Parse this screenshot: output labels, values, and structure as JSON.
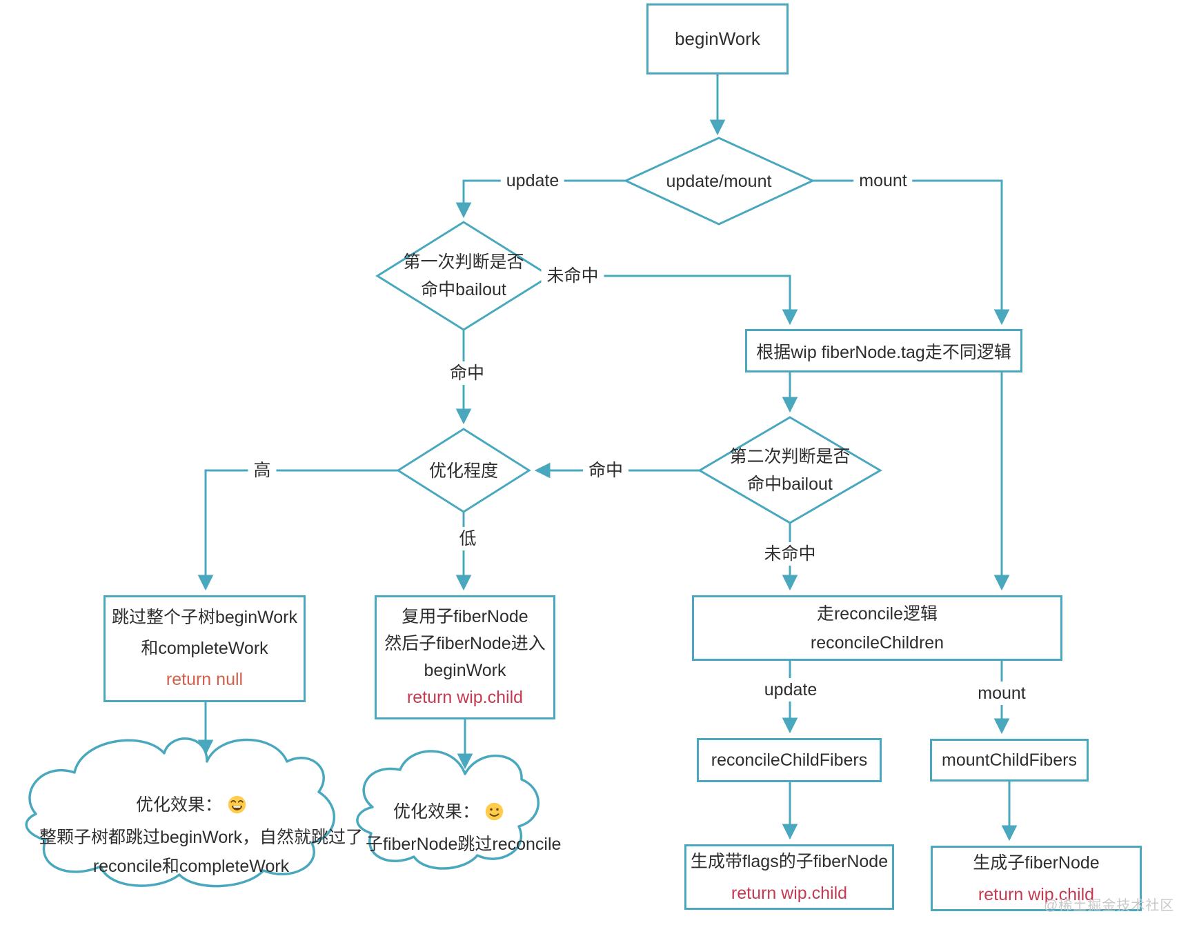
{
  "colors": {
    "line_teal": "#4aa8be",
    "text": "#2e2e2e",
    "return_null_orange": "#d3604c",
    "return_child_red": "#c43a52",
    "watermark_gray": "#c9c9c9"
  },
  "nodes": {
    "begin_work": {
      "label": "beginWork"
    },
    "decision_update_mount": {
      "label": "update/mount"
    },
    "decision_first_bailout": {
      "line1": "第一次判断是否",
      "line2": "命中bailout"
    },
    "tag_logic": {
      "label": "根据wip fiberNode.tag走不同逻辑"
    },
    "decision_second_bailout": {
      "line1": "第二次判断是否",
      "line2": "命中bailout"
    },
    "decision_optimization": {
      "label": "优化程度"
    },
    "skip_subtree": {
      "line1": "跳过整个子树beginWork",
      "line2": "和completeWork",
      "return_line": "return null"
    },
    "reuse_fiber": {
      "line1": "复用子fiberNode",
      "line2": "然后子fiberNode进入",
      "line3": "beginWork",
      "return_line": "return wip.child"
    },
    "reconcile_logic": {
      "line1": "走reconcile逻辑",
      "line2": "reconcileChildren"
    },
    "reconcile_child_fibers": {
      "label": "reconcileChildFibers"
    },
    "mount_child_fibers": {
      "label": "mountChildFibers"
    },
    "gen_flags_fiber": {
      "line1": "生成带flags的子fiberNode",
      "return_line": "return wip.child"
    },
    "gen_fiber": {
      "line1": "生成子fiberNode",
      "return_line": "return wip.child"
    },
    "cloud_high": {
      "line1": "优化效果：",
      "emoji": "😄",
      "line2": "整颗子树都跳过beginWork，自然就跳过了",
      "line3": "reconcile和completeWork"
    },
    "cloud_low": {
      "line1": "优化效果：",
      "emoji": "🙂",
      "line2": "子fiberNode跳过reconcile"
    }
  },
  "edge_labels": {
    "update_top": "update",
    "mount_top": "mount",
    "miss_first": "未命中",
    "hit_first": "命中",
    "hit_second": "命中",
    "miss_second": "未命中",
    "high": "高",
    "low": "低",
    "update_bottom": "update",
    "mount_bottom": "mount"
  },
  "watermark": "@稀土掘金技术社区"
}
